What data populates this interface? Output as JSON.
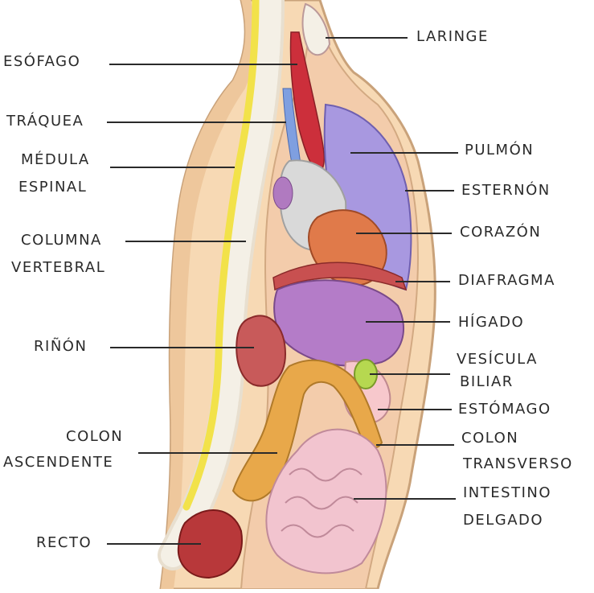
{
  "labels": {
    "esofago": "ESÓFAGO",
    "traquea": "TRÁQUEA",
    "medula_1": "MÉDULA",
    "medula_2": "ESPINAL",
    "columna_1": "COLUMNA",
    "columna_2": "VERTEBRAL",
    "rinon": "RIÑÓN",
    "colon_asc_1": "COLON",
    "colon_asc_2": "ASCENDENTE",
    "recto": "RECTO",
    "laringe": "LARINGE",
    "pulmon": "PULMÓN",
    "esternon": "ESTERNÓN",
    "corazon": "CORAZÓN",
    "diafragma": "DIAFRAGMA",
    "higado": "HÍGADO",
    "vesicula_1": "VESÍCULA",
    "vesicula_2": "BILIAR",
    "estomago": "ESTÓMAGO",
    "colon_trans_1": "COLON",
    "colon_trans_2": "TRANSVERSO",
    "intestino_1": "INTESTINO",
    "intestino_2": "DELGADO"
  },
  "colors": {
    "skin": "#f7d9b4",
    "skin_outline": "#c9a27a",
    "spinal_cord": "#f2e24a",
    "vertebrae": "#f4f0e6",
    "trachea": "#cc2f3b",
    "lung": "#a898e0",
    "heart": "#e07a4a",
    "liver": "#b47cc8",
    "kidney": "#c85a5a",
    "colon": "#e8a84a",
    "small_intestine": "#f2c4cf",
    "rectum": "#b8383a",
    "gallbladder": "#b6d850",
    "leader_line": "#2a2a2a"
  }
}
